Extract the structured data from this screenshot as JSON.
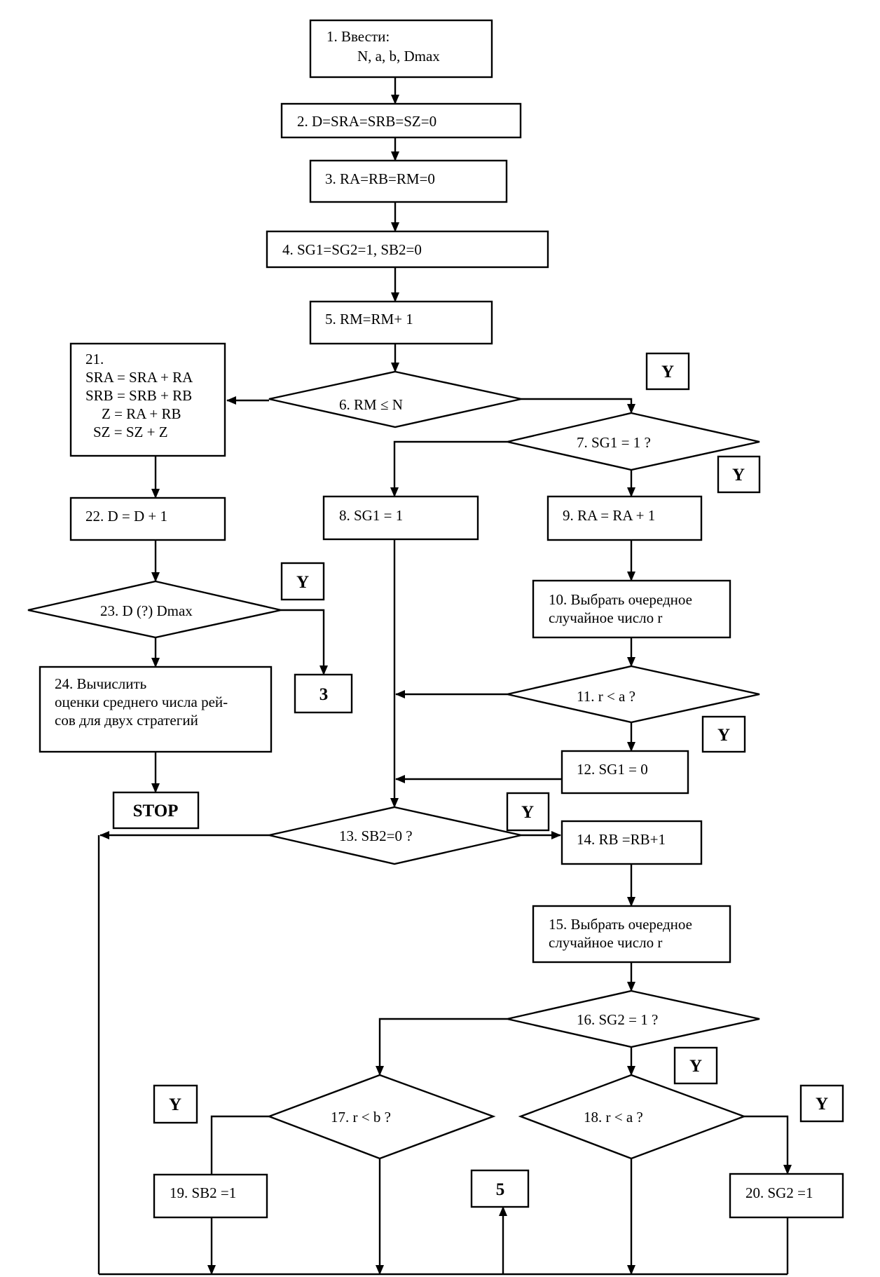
{
  "blocks": {
    "b1": {
      "lines": [
        "1.     Ввести:",
        "N, a, b, Dmax"
      ]
    },
    "b2": {
      "lines": [
        "2.   D=SRA=SRB=SZ=0"
      ]
    },
    "b3": {
      "lines": [
        "3.    RA=RB=RM=0"
      ]
    },
    "b4": {
      "lines": [
        "4.    SG1=SG2=1,    SB2=0"
      ]
    },
    "b5": {
      "lines": [
        "5.      RM=RM+ 1"
      ]
    },
    "b6": {
      "lines": [
        "6.      RM  ≤  N"
      ]
    },
    "b7": {
      "lines": [
        "7.      SG1 = 1 ?"
      ]
    },
    "b8": {
      "lines": [
        "8.      SG1 =  1"
      ]
    },
    "b9": {
      "lines": [
        "9.     RA = RA + 1"
      ]
    },
    "b10": {
      "lines": [
        "10. Выбрать очередное",
        "случайное  число    r"
      ]
    },
    "b11": {
      "lines": [
        "11.   r  <  a   ?"
      ]
    },
    "b12": {
      "lines": [
        "12.      SG1 = 0"
      ]
    },
    "b13": {
      "lines": [
        "13.   SB2=0   ?"
      ]
    },
    "b14": {
      "lines": [
        "14.  RB =RB+1"
      ]
    },
    "b15": {
      "lines": [
        "15. Выбрать очередное",
        "случайное  число    r"
      ]
    },
    "b16": {
      "lines": [
        "16.      SG2 = 1 ?"
      ]
    },
    "b17": {
      "lines": [
        "17.    r  <  b    ?"
      ]
    },
    "b18": {
      "lines": [
        "18.    r  <  a    ?"
      ]
    },
    "b19": {
      "lines": [
        "19.  SB2 =1"
      ]
    },
    "b20": {
      "lines": [
        "20.  SG2 =1"
      ]
    },
    "b21": {
      "lines": [
        "21.",
        "SRA = SRA + RA",
        "SRB = SRB + RB",
        "Z = RA + RB",
        "SZ = SZ + Z"
      ]
    },
    "b22": {
      "lines": [
        "22.    D = D + 1"
      ]
    },
    "b23": {
      "lines": [
        "23.     D (?) Dmax"
      ]
    },
    "b24": {
      "lines": [
        "24. Вычислить",
        "оценки среднего числа  рей-",
        "сов для двух стратегий"
      ]
    }
  },
  "terminals": {
    "stop": "STOP",
    "connector_3": "3",
    "connector_5": "5"
  },
  "yes_label": "Y"
}
